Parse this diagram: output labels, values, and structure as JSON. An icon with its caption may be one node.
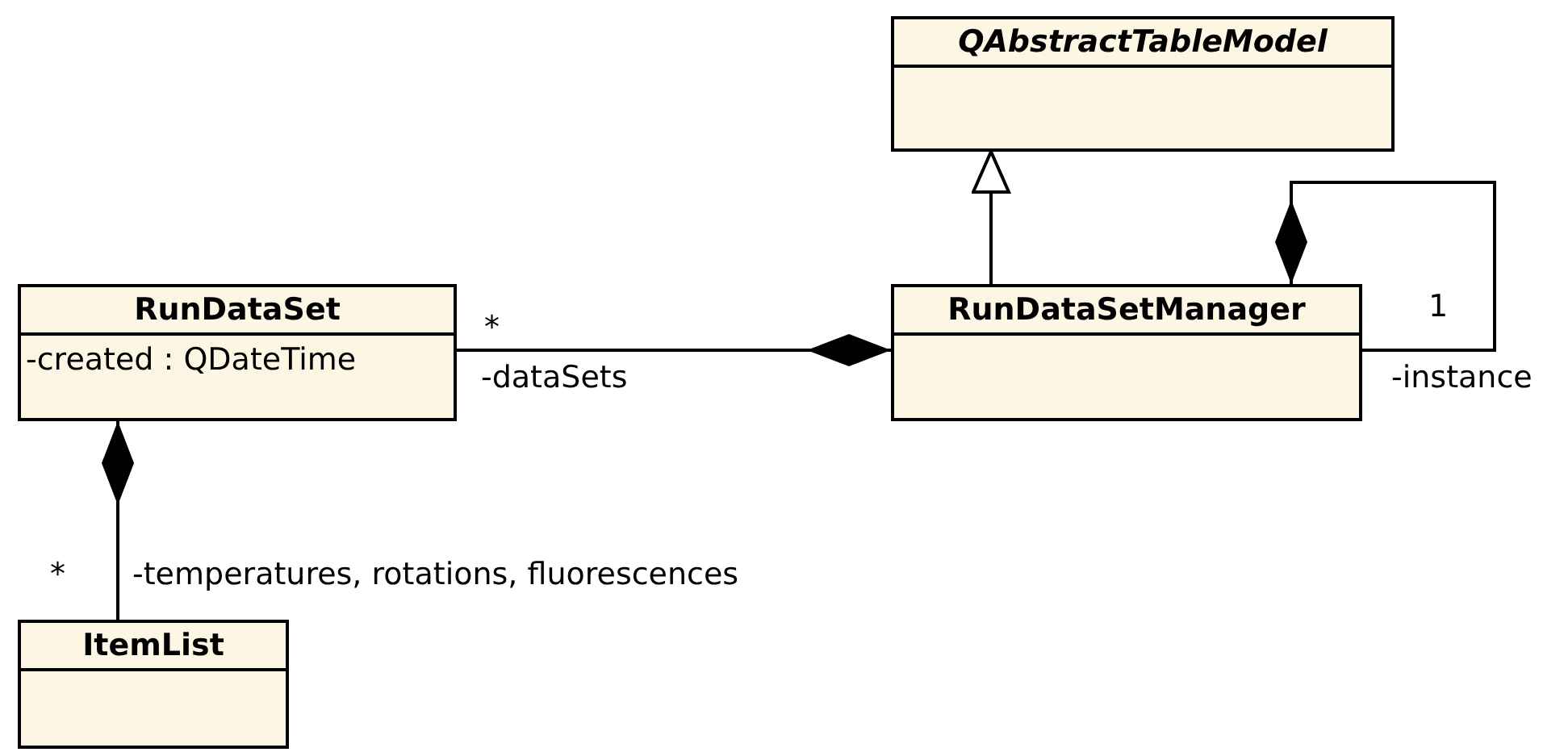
{
  "diagram": {
    "nodes": [
      {
        "text": [
          "QAbstractTableModel"
        ]
      },
      {
        "text": [
          "RunDataSet",
          "-created : QDateTime"
        ]
      },
      {
        "text": [
          "RunDataSetManager"
        ]
      },
      {
        "text": [
          "ItemList"
        ]
      }
    ],
    "edges": [
      {
        "from": 2,
        "to": 0,
        "arrow": "to"
      },
      {
        "from": 2,
        "to": 1,
        "arrow": "other",
        "label": "-dataSets"
      },
      {
        "from": 2,
        "to": 2,
        "arrow": "other",
        "label": "-instance"
      },
      {
        "from": 1,
        "to": 3,
        "arrow": "other",
        "label": "-temperatures, rotations, fluorescences"
      }
    ],
    "labels": [
      "*",
      "1",
      "*"
    ]
  }
}
